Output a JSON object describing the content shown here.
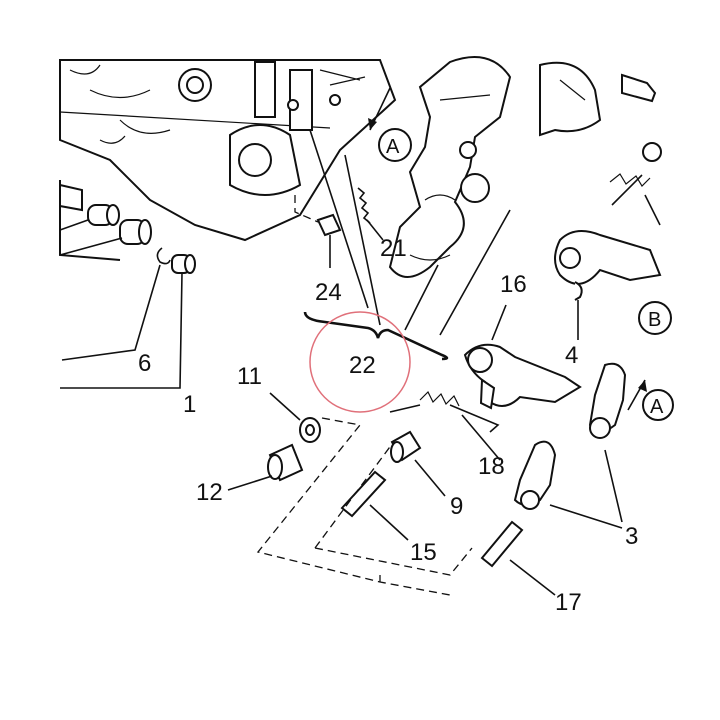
{
  "labels": {
    "n1": "1",
    "n3": "3",
    "n4": "4",
    "n6": "6",
    "n9": "9",
    "n11": "11",
    "n12": "12",
    "n15": "15",
    "n16": "16",
    "n17": "17",
    "n18": "18",
    "n21": "21",
    "n22": "22",
    "n24": "24"
  },
  "arrow_refs": {
    "a_top": "A",
    "a_right": "A",
    "b_right": "B"
  },
  "colors": {
    "highlight_circle": "#e0707a",
    "ink": "#111111"
  }
}
